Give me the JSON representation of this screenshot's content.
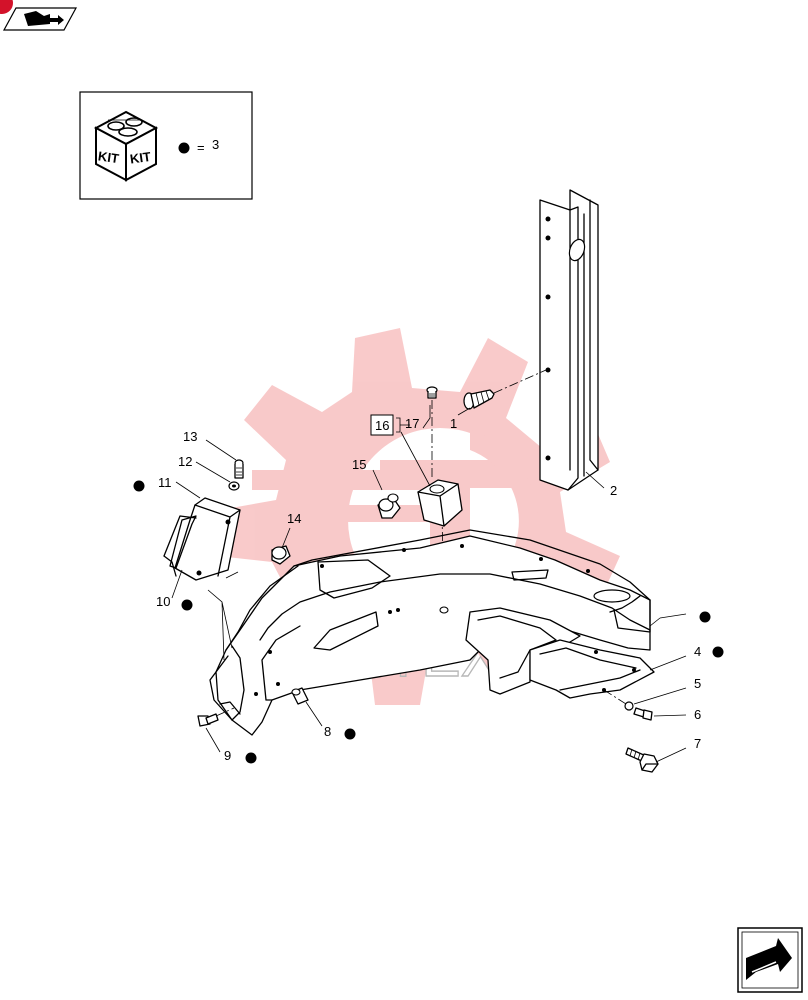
{
  "colors": {
    "watermark_red": "#f8c4c4",
    "stroke": "#000000",
    "badge_red": "#d3122a"
  },
  "icons": {
    "top_left": "book-arrow-icon",
    "bottom_right": "next-page-arrow-icon",
    "kit": "kit-box-icon",
    "watermark": "gear-logo-watermark"
  },
  "watermark_text": "ИНТЕХ",
  "kit_legend": {
    "kit_labels": [
      "KIT",
      "KIT"
    ],
    "equals": "=",
    "ref_number": "3"
  },
  "callouts": {
    "c1": "1",
    "c2": "2",
    "c4": "4",
    "c5": "5",
    "c6": "6",
    "c7": "7",
    "c8": "8",
    "c9": "9",
    "c10": "10",
    "c11": "11",
    "c12": "12",
    "c13": "13",
    "c14": "14",
    "c15": "15",
    "c16": "16",
    "c17": "17"
  }
}
